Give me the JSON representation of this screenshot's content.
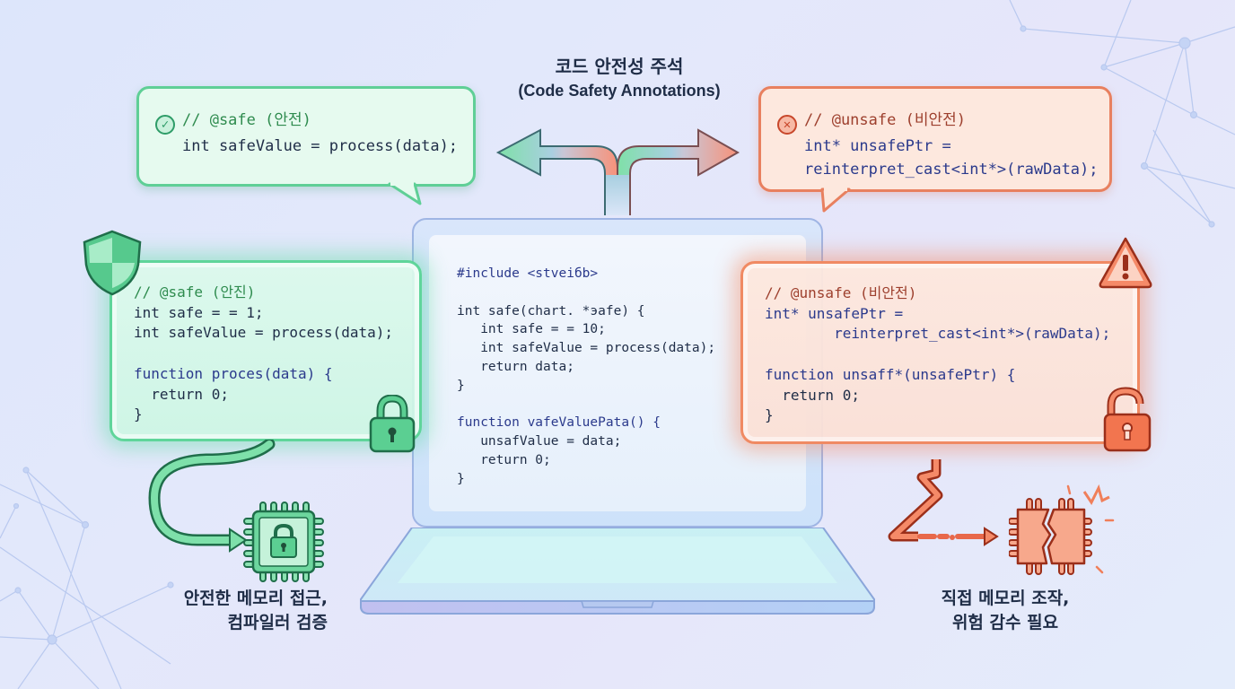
{
  "title": {
    "korean": "코드 안전성 주석",
    "english": "(Code Safety Annotations)"
  },
  "safe_bubble": {
    "status_icon": "check-circle-icon",
    "lines": [
      "// @safe (안전)",
      "int safeValue = process(data);"
    ]
  },
  "unsafe_bubble": {
    "status_icon": "x-circle-icon",
    "lines": [
      "// @unsafe (비안전)",
      "int* unsafePtr =",
      "reinterpret_cast<int*>(rawData);"
    ]
  },
  "safe_panel": {
    "badge_icon": "shield-icon",
    "lock_icon": "locked-padlock-icon",
    "code": [
      "// @safe (안진)",
      "int safe = = 1;",
      "int safeValue = process(data);",
      "",
      "function proces(data) {",
      "  return 0;",
      "}"
    ]
  },
  "laptop_code": [
    "#include <stveiбb>",
    "",
    "int safe(chart. *эafe) {",
    "   int safe = = 10;",
    "   int safeValue = process(data);",
    "   return data;",
    "}",
    "",
    "function vafeValueРata() {",
    "   unsafValue = data;",
    "   return 0;",
    "}"
  ],
  "unsafe_panel": {
    "badge_icon": "warning-triangle-icon",
    "lock_icon": "unlocked-padlock-icon",
    "code": [
      "// @unsafe (비안전)",
      "int* unsafePtr =",
      "        reinterpret_cast<int*>(rawData);",
      "",
      "function unsaff*(unsafePtr) {",
      "  return 0;",
      "}"
    ]
  },
  "captions": {
    "safe": [
      "안전한 메모리 접근,",
      "컴파일러 검증"
    ],
    "unsafe": [
      "직접 메모리 조작,",
      "위험 감수 필요"
    ]
  },
  "colors": {
    "safe_accent": "#5fcf96",
    "unsafe_accent": "#e8805f",
    "text_dark": "#1f2d47"
  }
}
